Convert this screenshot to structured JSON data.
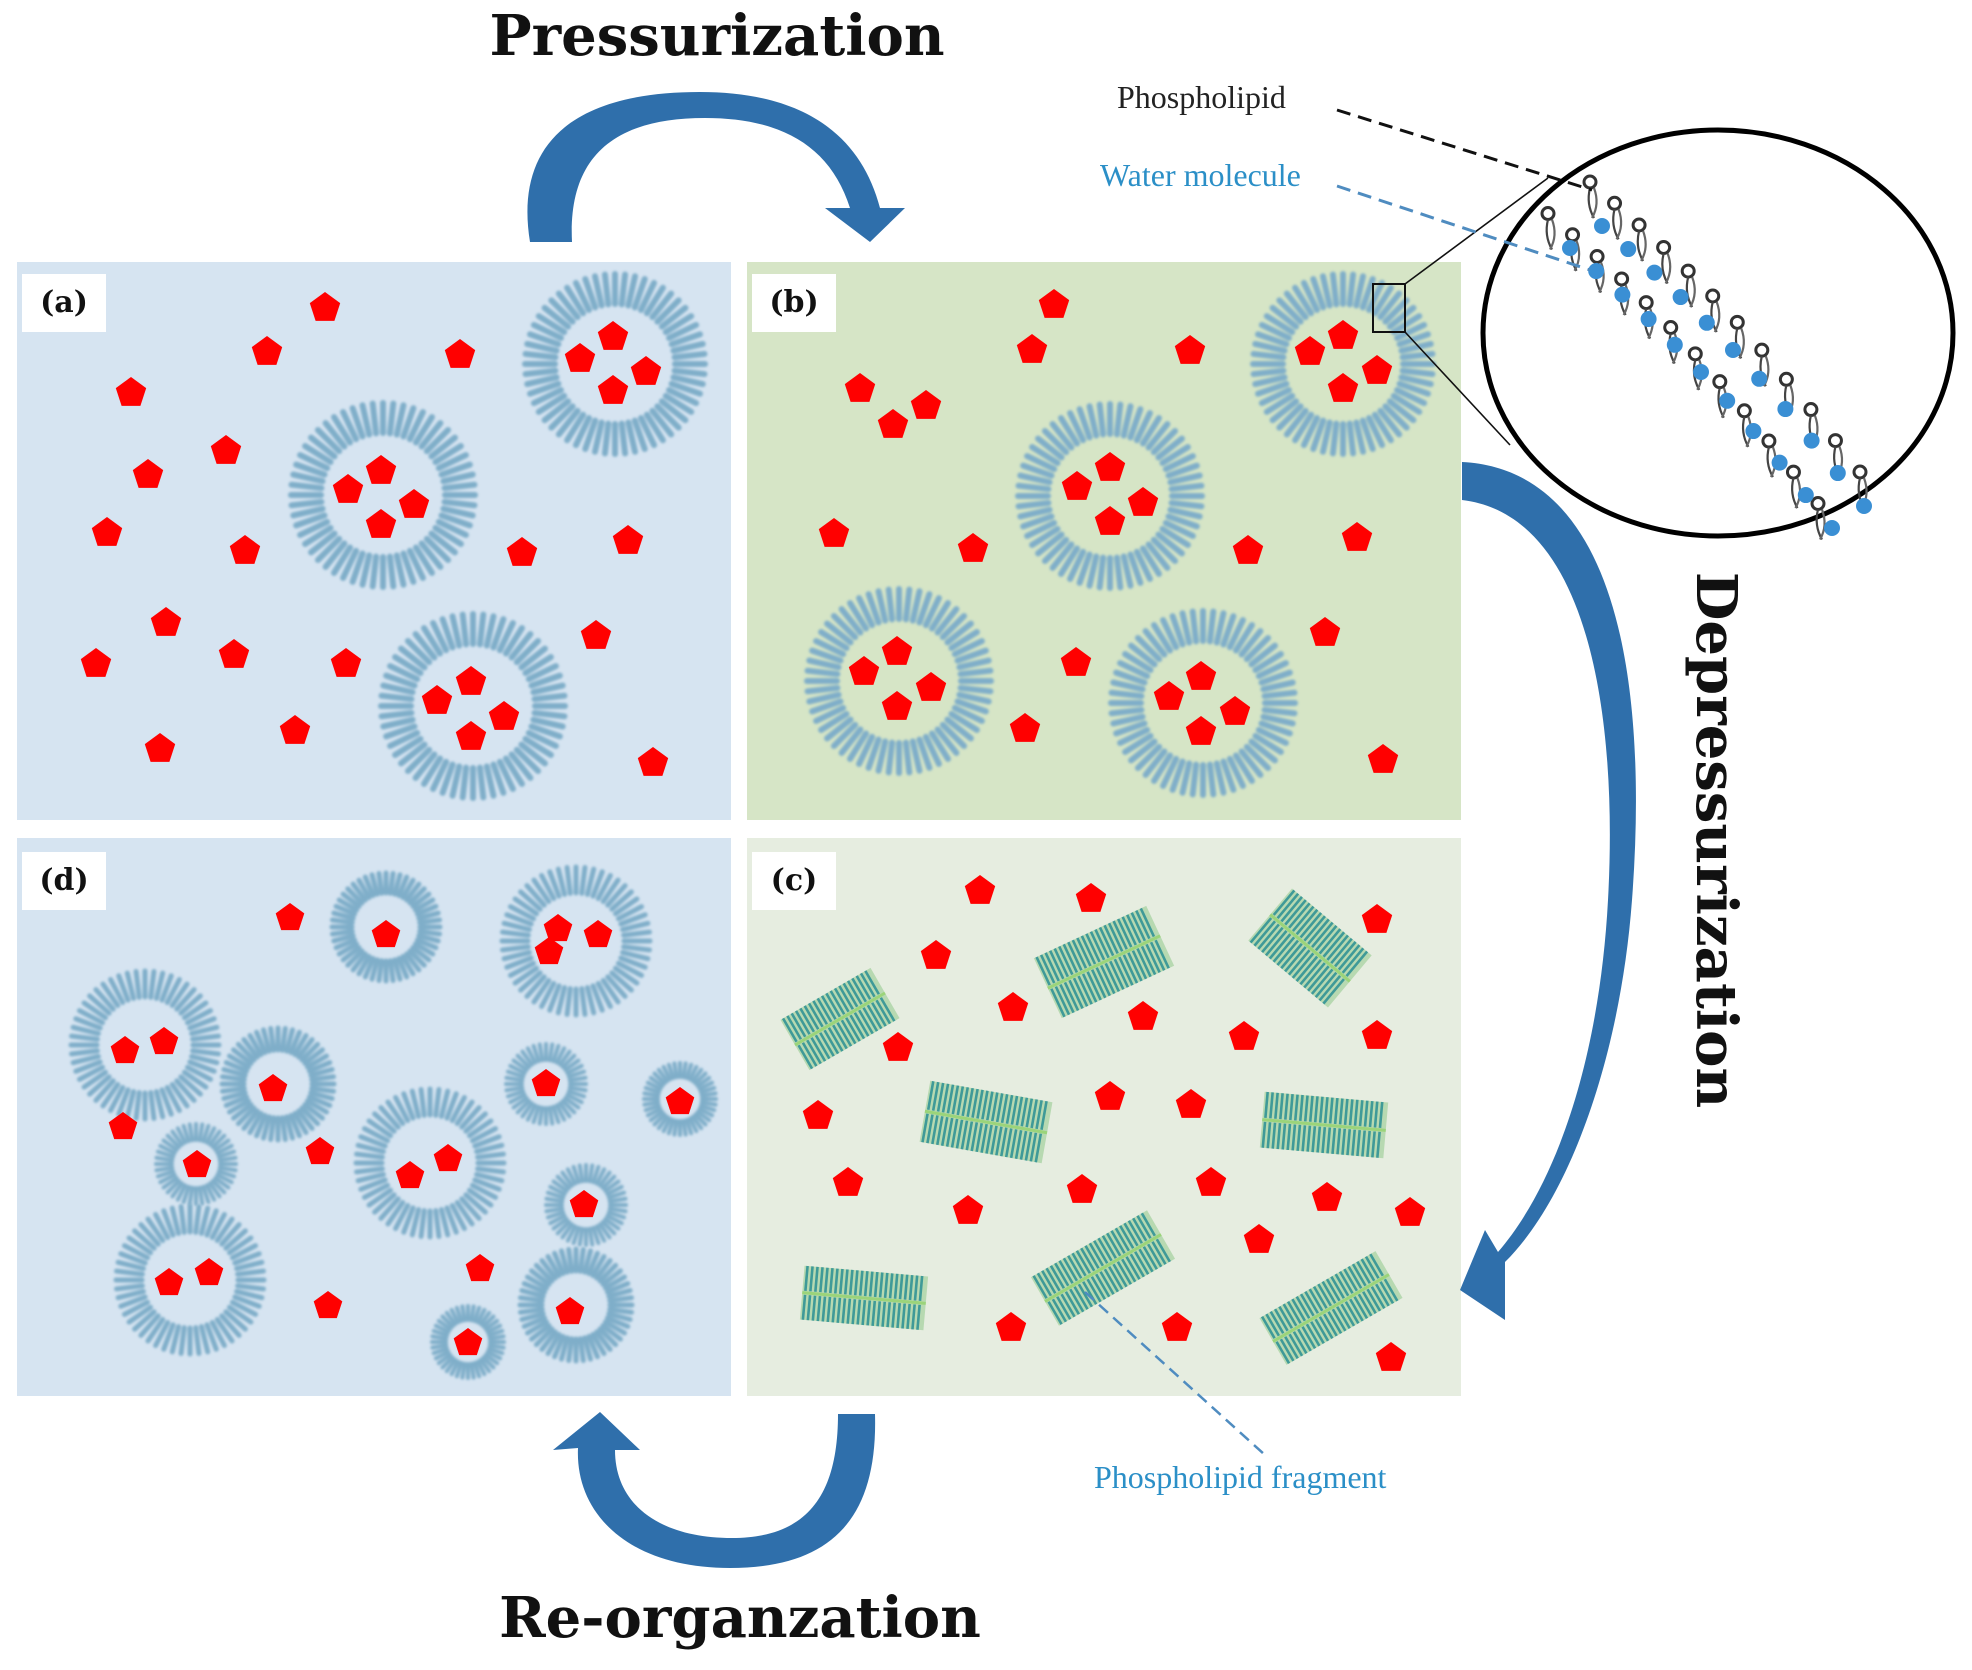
{
  "labels": {
    "pressurization": "Pressurization",
    "depressurization": "Depressurization",
    "reorganization": "Re-organzation",
    "phospholipid": "Phospholipid",
    "water_molecule": "Water molecule",
    "phospholipid_fragment": "Phospholipid  fragment"
  },
  "panels": {
    "a": {
      "tag": "(a)"
    },
    "b": {
      "tag": "(b)"
    },
    "c": {
      "tag": "(c)"
    },
    "d": {
      "tag": "(d)"
    }
  },
  "colors": {
    "panel_ad_background": "#d6e4f1",
    "panel_b_background": "#d6e5c6",
    "panel_c_background": "#e6ede0",
    "drug_marker": "#ff0000",
    "arrow": "#2f6fab",
    "membrane": "#7faec9",
    "water": "#3a8fd4",
    "fragment": "#3f9a98"
  },
  "icons": {
    "drug": "red-pentagon-icon",
    "liposome": "liposome-icon",
    "fragment": "phospholipid-fragment-icon"
  }
}
